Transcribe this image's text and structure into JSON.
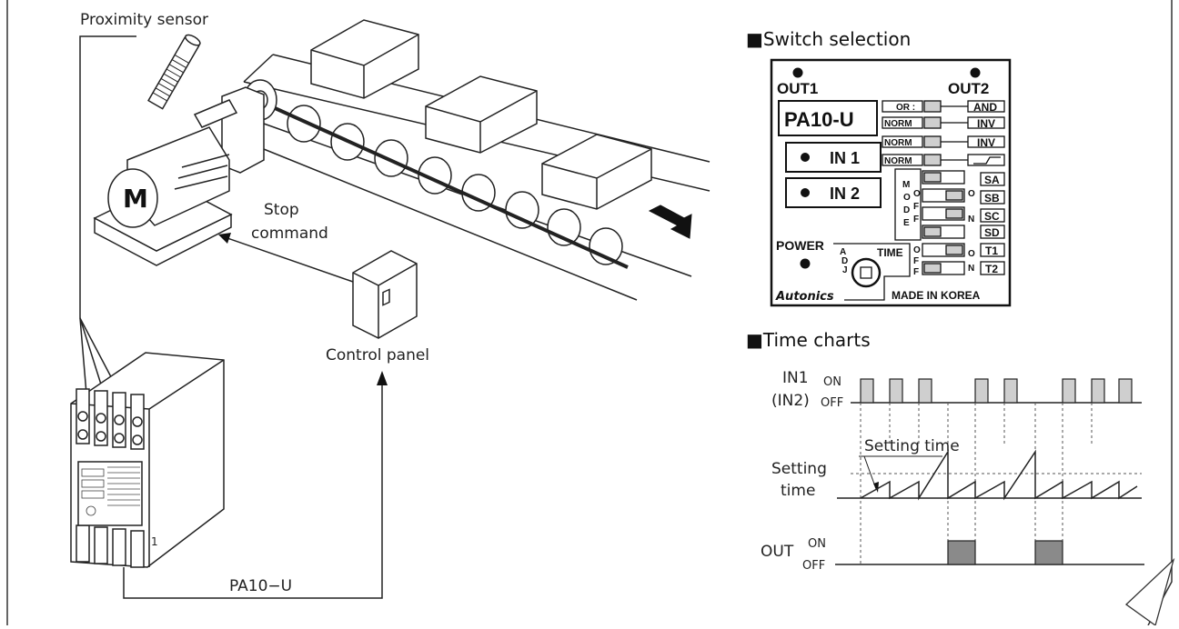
{
  "labels": {
    "proximity_sensor": "Proximity sensor",
    "stop_command_1": "Stop",
    "stop_command_2": "command",
    "control_panel": "Control panel",
    "model": "PA10−U",
    "motor": "M"
  },
  "switch_selection": {
    "heading": "■Switch selection",
    "out1": "OUT1",
    "out2": "OUT2",
    "model": "PA10-U",
    "in1": "IN 1",
    "in2": "IN 2",
    "power": "POWER",
    "brand": "Autonics",
    "made_in": "MADE IN KOREA",
    "time": "TIME",
    "adj": "A D J",
    "mode": "M O D E",
    "off": "O F F",
    "on": "O N",
    "rows": [
      {
        "left": "OR :",
        "right": "AND"
      },
      {
        "left": "NORM",
        "right": "INV"
      },
      {
        "left": "NORM",
        "right": "INV"
      },
      {
        "left": "NORM",
        "right": "⌐"
      }
    ],
    "mode_opts": [
      "SA",
      "SB",
      "SC",
      "SD"
    ],
    "time_opts": [
      "T1",
      "T2"
    ]
  },
  "time_charts": {
    "heading": "■Time charts",
    "in_label_1": "IN1",
    "in_label_2": "(IN2)",
    "on": "ON",
    "off": "OFF",
    "setting_time_1": "Setting",
    "setting_time_2": "time",
    "setting_time_callout": "Setting time",
    "out_label": "OUT",
    "out_on": "ON",
    "out_off": "OFF",
    "colors": {
      "pulse": "#cfcfcf",
      "out_pulse": "#8a8a8a"
    }
  }
}
